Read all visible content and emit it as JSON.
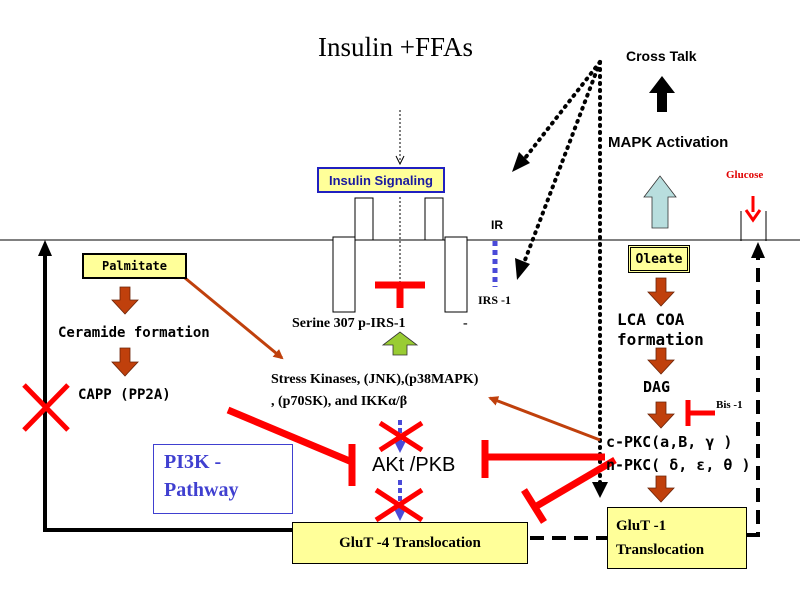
{
  "title": "Insulin +FFAs",
  "cross_talk": "Cross Talk",
  "mapk_activation": "MAPK Activation",
  "glucose": "Glucose",
  "insulin_signaling": "Insulin Signaling",
  "ir_label": "IR",
  "irs1_label": "IRS -1",
  "serine": "Serine 307 p-IRS-1",
  "serine_dash": "-",
  "palmitate": "Palmitate",
  "ceramide": "Ceramide formation",
  "capp": "CAPP (PP2A)",
  "stress_line1": "Stress Kinases, (JNK),(p38MAPK)",
  "stress_line2": ", (p70SK), and IKKα/β",
  "pi3k_line1": "PI3K  -",
  "pi3k_line2": "Pathway",
  "akt": "AKt /PKB",
  "glut4": "GluT -4 Translocation",
  "oleate": "Oleate",
  "lca_line1": "LCA COA",
  "lca_line2": "formation",
  "dag": "DAG",
  "bis1": "Bis -1",
  "cpkc": "c-PKC(a,B,  γ )",
  "npkc": "n-PKC( δ, ε, θ  )",
  "glut1_line1": "GluT -1",
  "glut1_line2": "Translocation",
  "colors": {
    "red": "#ff0000",
    "brown": "#c0400c",
    "blue_dash": "#4a4ad8",
    "pi3k_text": "#4040d0",
    "box_yellow": "#ffff99",
    "green_arrow": "#99cc33",
    "light_blue_arrow": "#b8dede"
  }
}
